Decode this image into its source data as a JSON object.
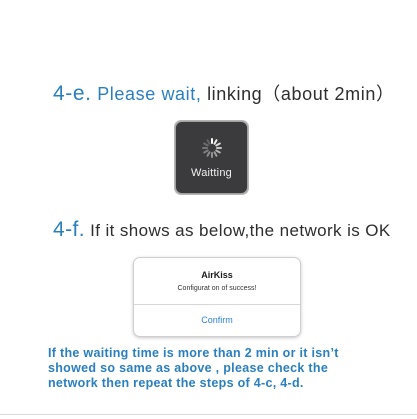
{
  "step_e": {
    "number": "4-e.",
    "highlight": "Please wait,",
    "rest": "linking（about 2min）"
  },
  "waiting_hud": {
    "label": "Waitting"
  },
  "step_f": {
    "number": "4-f.",
    "text": "If it shows as below,the network is OK"
  },
  "alert": {
    "title": "AirKiss",
    "message": "Configurat on of success!",
    "button_label": "Confirm"
  },
  "note": {
    "lines": [
      "If the waiting time is more than 2 min or it isn’t",
      "showed so same as above ,  please check the",
      "network then repeat the steps of 4-c, 4-d."
    ]
  },
  "colors": {
    "accent_blue": "#2a7fbf",
    "hud_bg": "#3b3b3d",
    "alert_button": "#2f7fd8"
  }
}
